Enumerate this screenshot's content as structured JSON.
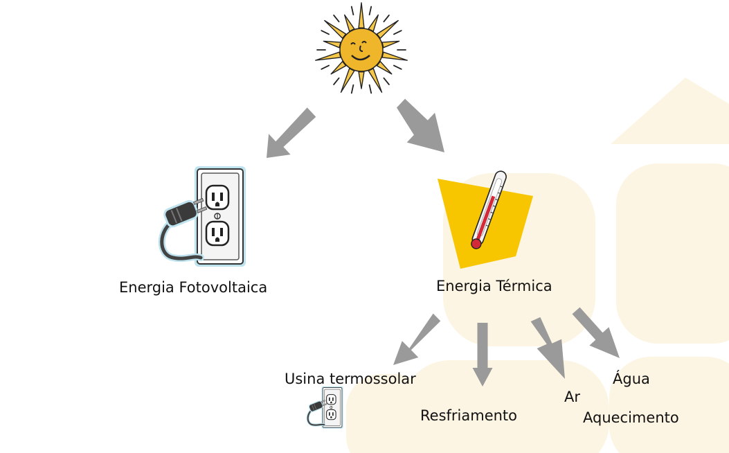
{
  "diagram": {
    "colors": {
      "arrow": "#9a9a9a",
      "sun_rays": "#f6c84a",
      "sun_face": "#f0b62b",
      "thermal_shape": "#f7c600",
      "watermark": "#fdf5e3",
      "outlet_frame": "#bfe3ee"
    },
    "icons": [
      "sun-icon",
      "plug-outlet-icon",
      "thermometer-icon"
    ],
    "nodes": {
      "fotovoltaica": "Energia Fotovoltaica",
      "termica": "Energia Térmica",
      "usina": "Usina termossolar",
      "resfriamento": "Resfriamento",
      "ar": "Ar",
      "agua": "Água",
      "aquecimento": "Aquecimento"
    }
  }
}
